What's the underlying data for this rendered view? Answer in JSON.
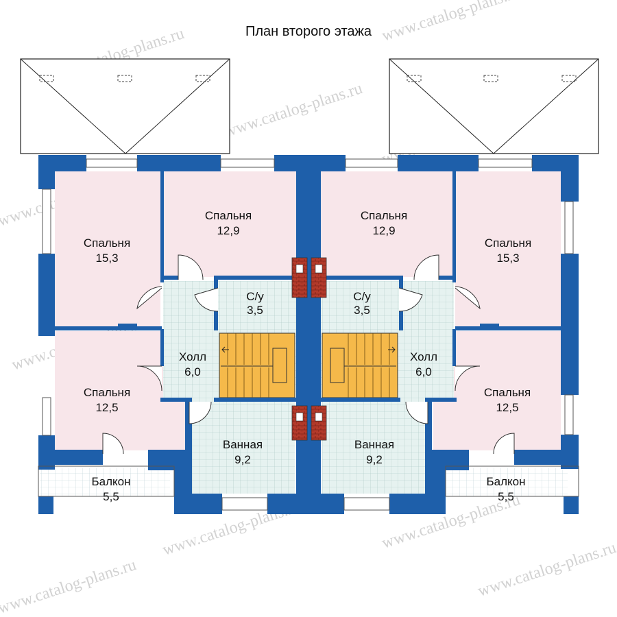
{
  "title": "План второго этажа",
  "watermark": "www.catalog-plans.ru",
  "colors": {
    "wall": "#1e5faa",
    "bedroom": "#f8e6ea",
    "tile": "#e4f1ef",
    "stairs": "#f5b94a",
    "chimney": "#b33a2a",
    "balcony": "#ffffff"
  },
  "rooms": {
    "bed_tl": {
      "name": "Спальня",
      "area": "15,3"
    },
    "bed_tc": {
      "name": "Спальня",
      "area": "12,9"
    },
    "bed_tcr": {
      "name": "Спальня",
      "area": "12,9"
    },
    "bed_tr": {
      "name": "Спальня",
      "area": "15,3"
    },
    "wc_l": {
      "name": "С/у",
      "area": "3,5"
    },
    "wc_r": {
      "name": "С/у",
      "area": "3,5"
    },
    "hall_l": {
      "name": "Холл",
      "area": "6,0"
    },
    "hall_r": {
      "name": "Холл",
      "area": "6,0"
    },
    "bed_bl": {
      "name": "Спальня",
      "area": "12,5"
    },
    "bed_br": {
      "name": "Спальня",
      "area": "12,5"
    },
    "bath_l": {
      "name": "Ванная",
      "area": "9,2"
    },
    "bath_r": {
      "name": "Ванная",
      "area": "9,2"
    },
    "balc_l": {
      "name": "Балкон",
      "area": "5,5"
    },
    "balc_r": {
      "name": "Балкон",
      "area": "5,5"
    }
  }
}
